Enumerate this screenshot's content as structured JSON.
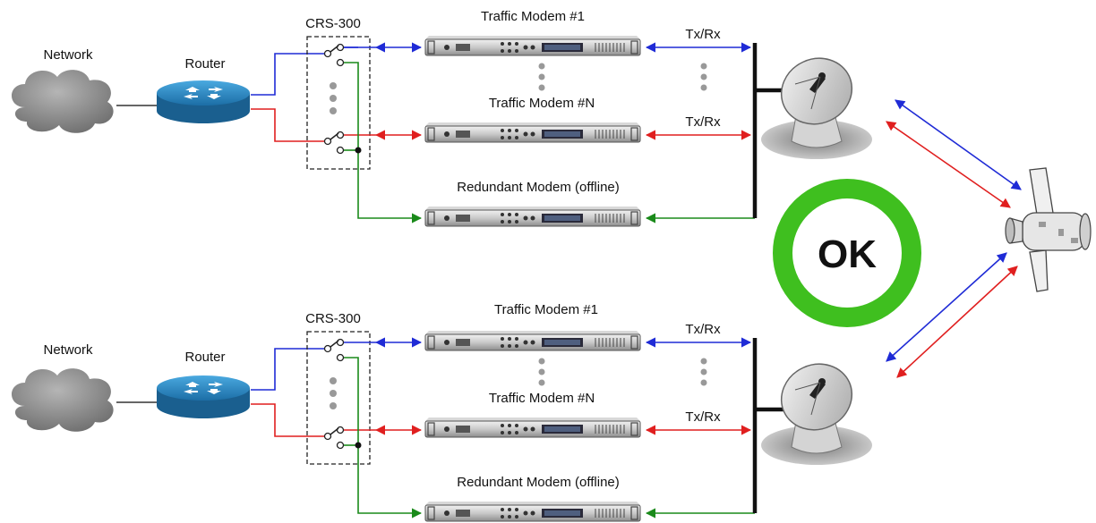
{
  "labels": {
    "network": "Network",
    "router": "Router",
    "switch": "CRS-300",
    "traffic_modem_1": "Traffic Modem #1",
    "traffic_modem_n": "Traffic Modem #N",
    "redundant_modem": "Redundant Modem (offline)",
    "txrx": "Tx/Rx",
    "status": "OK"
  },
  "colors": {
    "link_blue": "#1f2bd6",
    "link_red": "#e01f1f",
    "link_green": "#1a8a1a",
    "status_ring": "#3fbf1f",
    "cloud": "#8a8a8a",
    "router": "#2e8fcc"
  },
  "icons": {
    "network": "cloud-icon",
    "router": "router-icon",
    "modem": "rack-modem-icon",
    "antenna": "satellite-dish-icon",
    "satellite": "satellite-icon"
  }
}
